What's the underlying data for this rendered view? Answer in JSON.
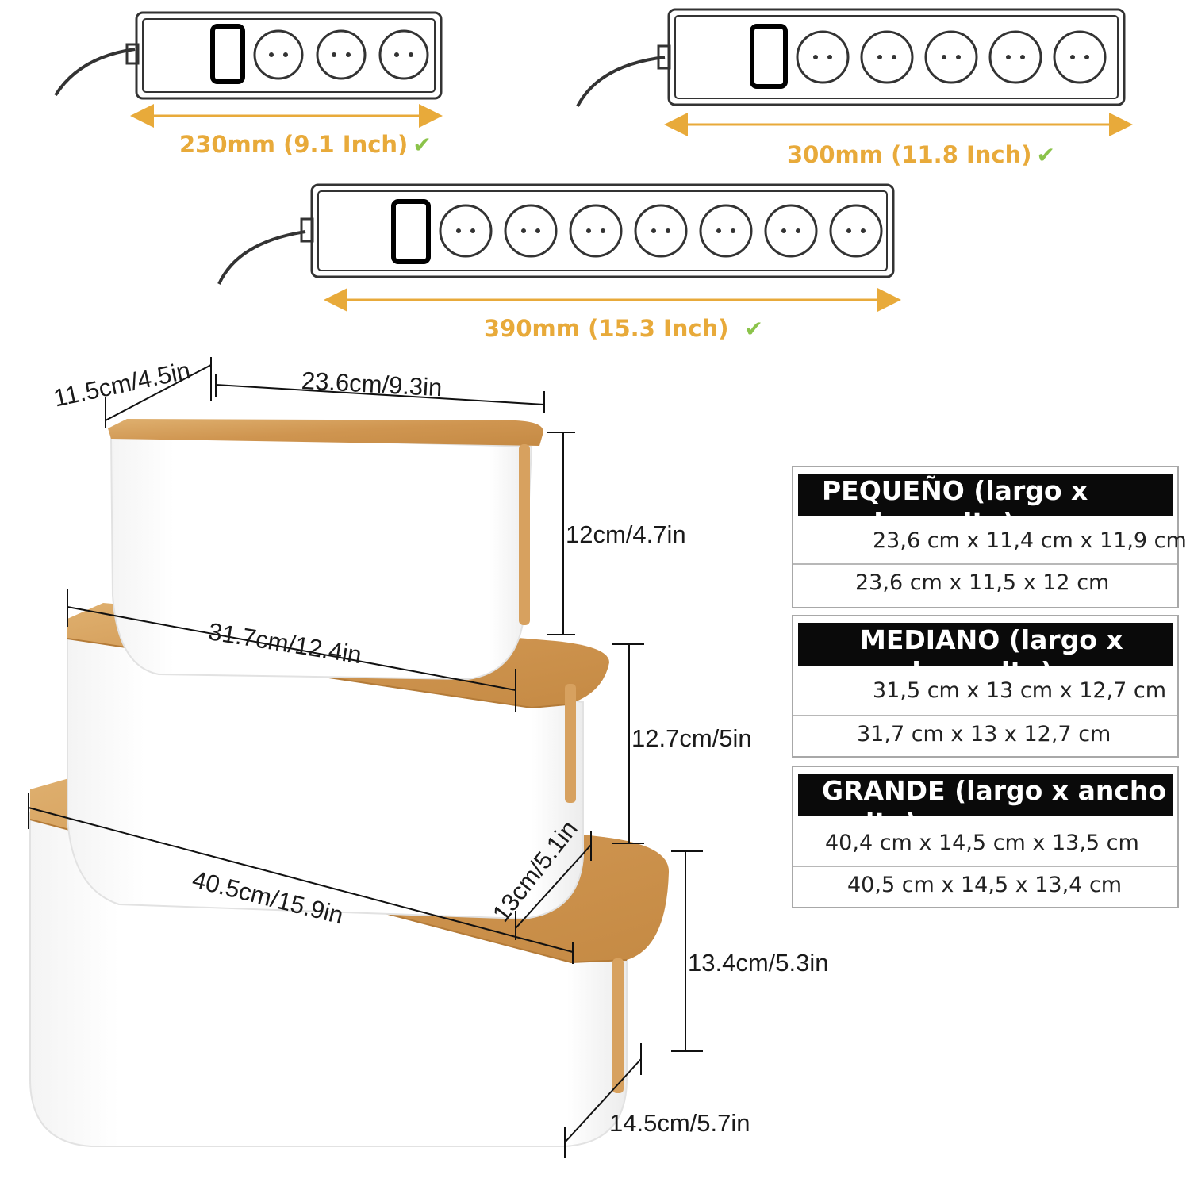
{
  "colors": {
    "accent_orange": "#e8aa3a",
    "check_green": "#8bc34a",
    "bamboo": "#d7a15f",
    "box_white": "#ffffff",
    "header_black": "#0a0a0a"
  },
  "power_strips": [
    {
      "label": "230mm (9.1 Inch)",
      "check": "✔",
      "outlets": 3
    },
    {
      "label": "300mm (11.8 Inch)",
      "check": "✔",
      "outlets": 5
    },
    {
      "label": "390mm (15.3 Inch)",
      "check": "✔",
      "outlets": 7
    }
  ],
  "dimensions": {
    "small_depth": "11.5cm/4.5in",
    "small_length": "23.6cm/9.3in",
    "small_height": "12cm/4.7in",
    "medium_length": "31.7cm/12.4in",
    "medium_height": "12.7cm/5in",
    "medium_depth": "13cm/5.1in",
    "large_length": "40.5cm/15.9in",
    "large_height": "13.4cm/5.3in",
    "large_depth": "14.5cm/5.7in"
  },
  "specs": [
    {
      "header": "PEQUEÑO (largo x ancho x alto)",
      "row1": "23,6 cm x 11,4 cm x 11,9 cm",
      "row2": "23,6 cm x 11,5 x 12 cm"
    },
    {
      "header": "MEDIANO (largo x ancho x alto)",
      "row1": "31,5 cm x 13 cm x 12,7 cm",
      "row2": "31,7 cm x 13 x 12,7 cm"
    },
    {
      "header": "GRANDE (largo x ancho x alto)",
      "row1": "40,4 cm x 14,5 cm x 13,5 cm",
      "row2": "40,5 cm x 14,5 x 13,4 cm"
    }
  ]
}
